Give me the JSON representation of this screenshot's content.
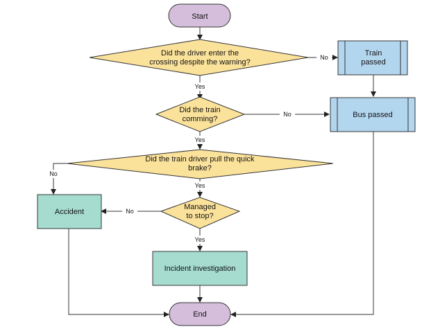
{
  "colors": {
    "terminal_fill": "#d5bedc",
    "terminal_stroke": "#333333",
    "decision_fill": "#fbe29b",
    "decision_stroke": "#333333",
    "subprocess_fill": "#b3d6ef",
    "process_fill": "#a5dccf",
    "line": "#333333"
  },
  "nodes": {
    "start": "Start",
    "q_enter_line1": "Did the driver enter the",
    "q_enter_line2": "crossing despite the warning?",
    "train_passed_line1": "Train",
    "train_passed_line2": "passed",
    "q_train_line1": "Did the train",
    "q_train_line2": "comming?",
    "bus_passed": "Bus passed",
    "q_brake_line1": "Did the train driver pull the quick",
    "q_brake_line2": "brake?",
    "accident": "Accident",
    "q_stop_line1": "Managed",
    "q_stop_line2": "to stop?",
    "incident": "Incident investigation",
    "end": "End"
  },
  "edges": {
    "enter_no": "No",
    "enter_yes": "Yes",
    "train_no": "No",
    "train_yes": "Yes",
    "brake_no": "No",
    "brake_yes": "Yes",
    "stop_no": "No",
    "stop_yes": "Yes"
  }
}
